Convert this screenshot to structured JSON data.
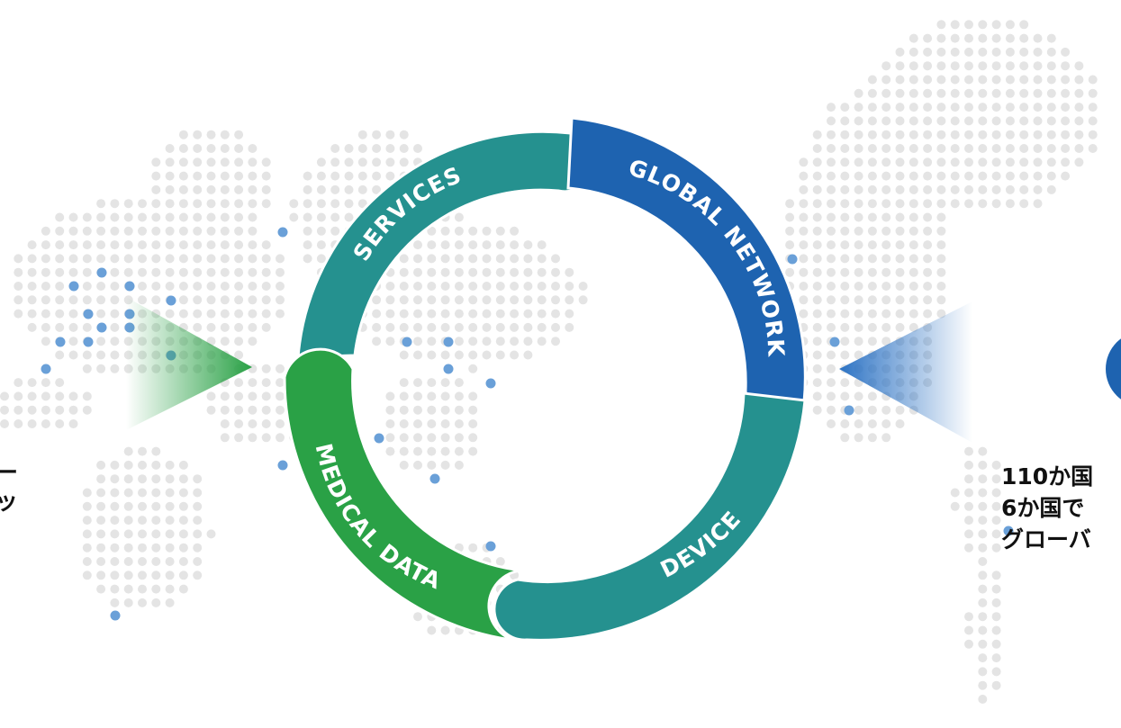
{
  "colors": {
    "map_dot": "#e4e4e4",
    "map_dot_highlight": "#6aa0d8",
    "services": "#25918f",
    "global_network": "#1e63b0",
    "device": "#25918f",
    "medical_data": "#2aa146",
    "left_arrow": "#2aa146",
    "right_arrow": "#2d73c4"
  },
  "cycle": {
    "segments": [
      {
        "id": "services",
        "label": "SERVICES"
      },
      {
        "id": "global_network",
        "label": "GLOBAL NETWORK"
      },
      {
        "id": "device",
        "label": "DEVICE"
      },
      {
        "id": "medical_data",
        "label": "MEDICAL DATA"
      }
    ]
  },
  "left_caption": {
    "lines": [
      "ー",
      "ッ"
    ]
  },
  "right_caption": {
    "lines": [
      "110か国",
      "6か国で",
      "グローバ"
    ]
  }
}
